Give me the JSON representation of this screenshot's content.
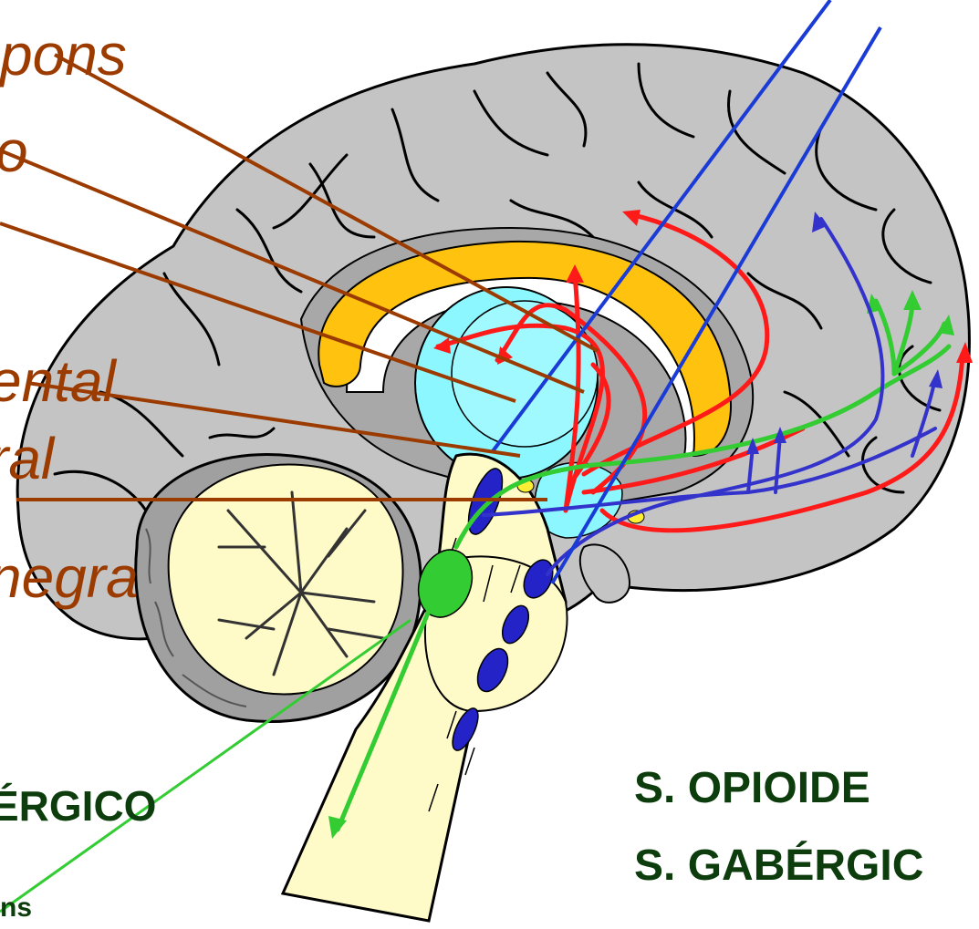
{
  "labels_left": {
    "pons": "pons",
    "label_2": "o",
    "tegmental": "ental",
    "ventral": "ral",
    "substantia_nigra": "negra"
  },
  "systems": {
    "left": "ÉRGICO",
    "left_sub": "ns",
    "opioid": "S.  OPIOIDE",
    "gabaergic": "S.  GABÉRGIC"
  },
  "colors": {
    "pointer": "#9c3b00",
    "blue_pathway": "#1a3bd6",
    "red_pathway": "#ff1a1a",
    "green_pathway": "#33cc33",
    "corpus_callosum": "#ffc30f",
    "thalamus": "#8cf7ff",
    "brainstem": "#fffbc8",
    "cortex": "#c0c0c0",
    "label_text": "#0d3d0d"
  }
}
